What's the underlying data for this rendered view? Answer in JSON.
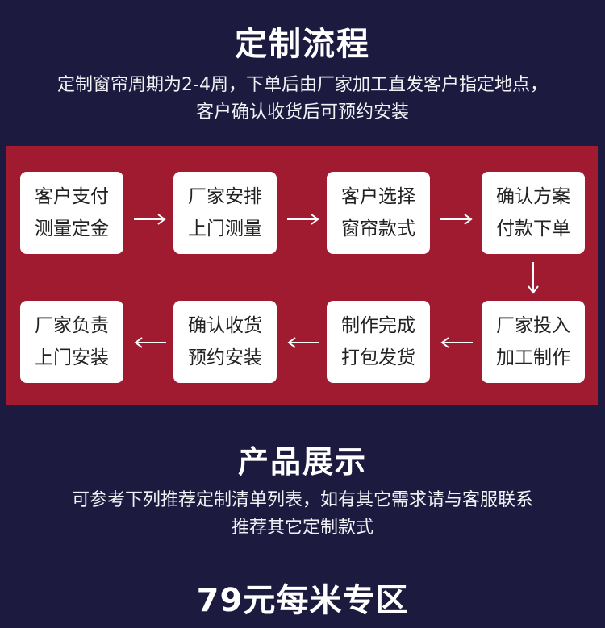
{
  "process": {
    "title": "定制流程",
    "description_lines": [
      "定制窗帘周期为2-4周，下单后由厂家加工直发客户指定地点，",
      "客户确认收货后可预约安装"
    ],
    "steps": [
      {
        "line1": "客户支付",
        "line2": "测量定金"
      },
      {
        "line1": "厂家安排",
        "line2": "上门测量"
      },
      {
        "line1": "客户选择",
        "line2": "窗帘款式"
      },
      {
        "line1": "确认方案",
        "line2": "付款下单"
      },
      {
        "line1": "厂家投入",
        "line2": "加工制作"
      },
      {
        "line1": "制作完成",
        "line2": "打包发货"
      },
      {
        "line1": "确认收货",
        "line2": "预约安装"
      },
      {
        "line1": "厂家负责",
        "line2": "上门安装"
      }
    ]
  },
  "products": {
    "title": "产品展示",
    "description_lines": [
      "可参考下列推荐定制清单列表，如有其它需求请与客服联系",
      "推荐其它定制款式"
    ]
  },
  "zone": {
    "title": "79元每米专区"
  },
  "colors": {
    "background": "#1c1b3f",
    "panel": "#a01a30",
    "card": "#ffffff",
    "text": "#ffffff"
  },
  "icons": [
    "arrow-right-icon",
    "arrow-down-icon",
    "arrow-left-icon"
  ]
}
